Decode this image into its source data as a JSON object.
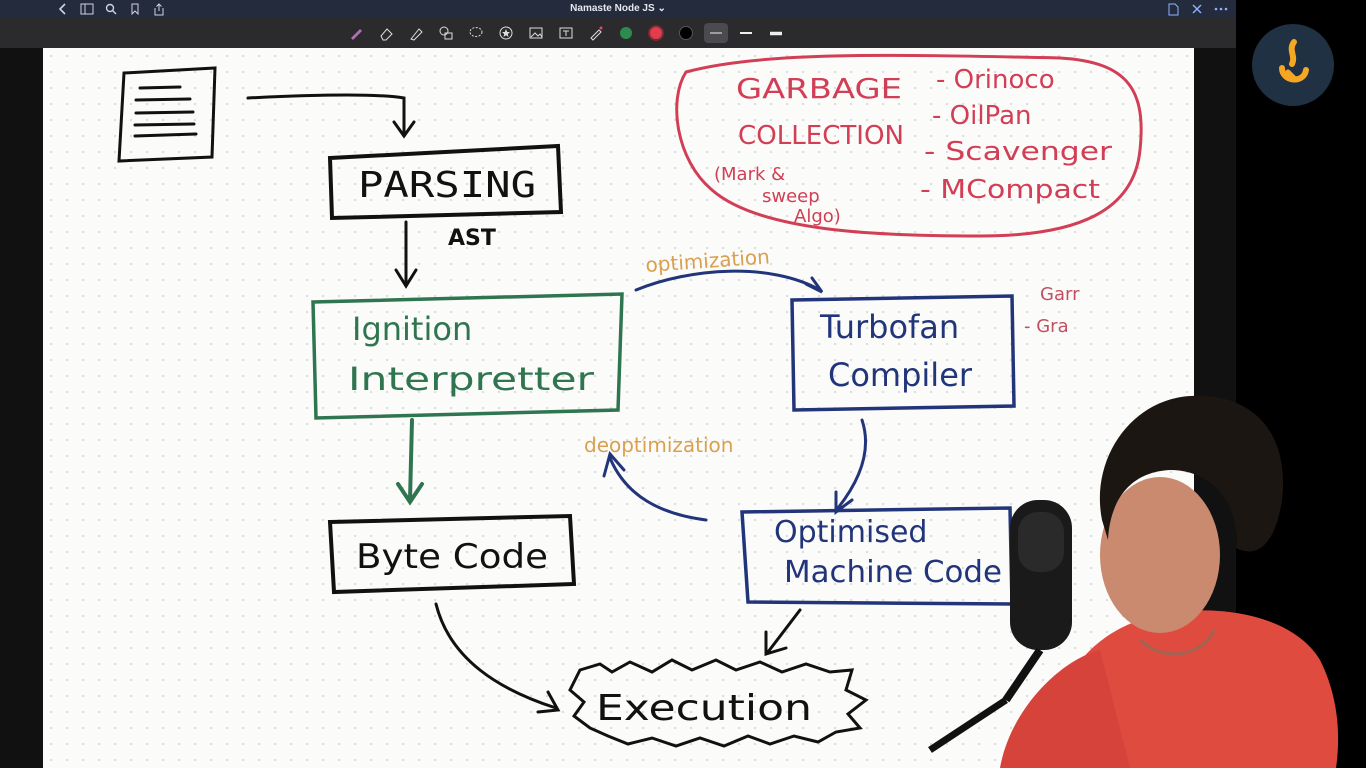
{
  "window": {
    "title": "Namaste Node JS"
  },
  "colors": {
    "titlebar": "#242b3c",
    "toolbar": "#2b2b2e",
    "page": "#fbfbfa",
    "green_ink": "#2f7550",
    "blue_ink": "#22357a",
    "red_ink": "#d23e55",
    "orange_ink": "#d9a04f",
    "black_ink": "#111111"
  },
  "toolbar": {
    "left_icons": [
      "back-icon",
      "sidebar-icon",
      "search-icon",
      "bookmark-icon",
      "share-icon"
    ],
    "right_icons": [
      "page-icon",
      "close-icon",
      "more-icon"
    ],
    "tools": [
      "pen-tool-icon",
      "eraser-tool-icon",
      "highlighter-tool-icon",
      "shapes-tool-icon",
      "lasso-tool-icon",
      "sticker-tool-icon",
      "image-tool-icon",
      "text-tool-icon",
      "laser-tool-icon"
    ],
    "pen_colors": [
      "#2e8b4f",
      "#e23d4f",
      "#000000"
    ]
  },
  "notes": {
    "parsing": "PARSING",
    "ast": "AST",
    "ignition_line1": "Ignition",
    "ignition_line2": "Interpretter",
    "turbofan_line1": "Turbofan",
    "turbofan_line2": "Compiler",
    "bytecode": "Byte Code",
    "optimised_line1": "Optimised",
    "optimised_line2": "Machine Code",
    "execution": "Execution",
    "optimization": "optimization",
    "deoptimization": "deoptimization",
    "gc_line1": "GARBAGE",
    "gc_line2": "COLLECTION",
    "gc_note1": "(Mark &",
    "gc_note2": "sweep",
    "gc_note3": "Algo)",
    "gc_item1": "- Orinoco",
    "gc_item2": "- OilPan",
    "gc_item3": "- Scavenger",
    "gc_item4": "- MCompact",
    "side_note1": "Garr",
    "side_note2": "- Gra"
  }
}
